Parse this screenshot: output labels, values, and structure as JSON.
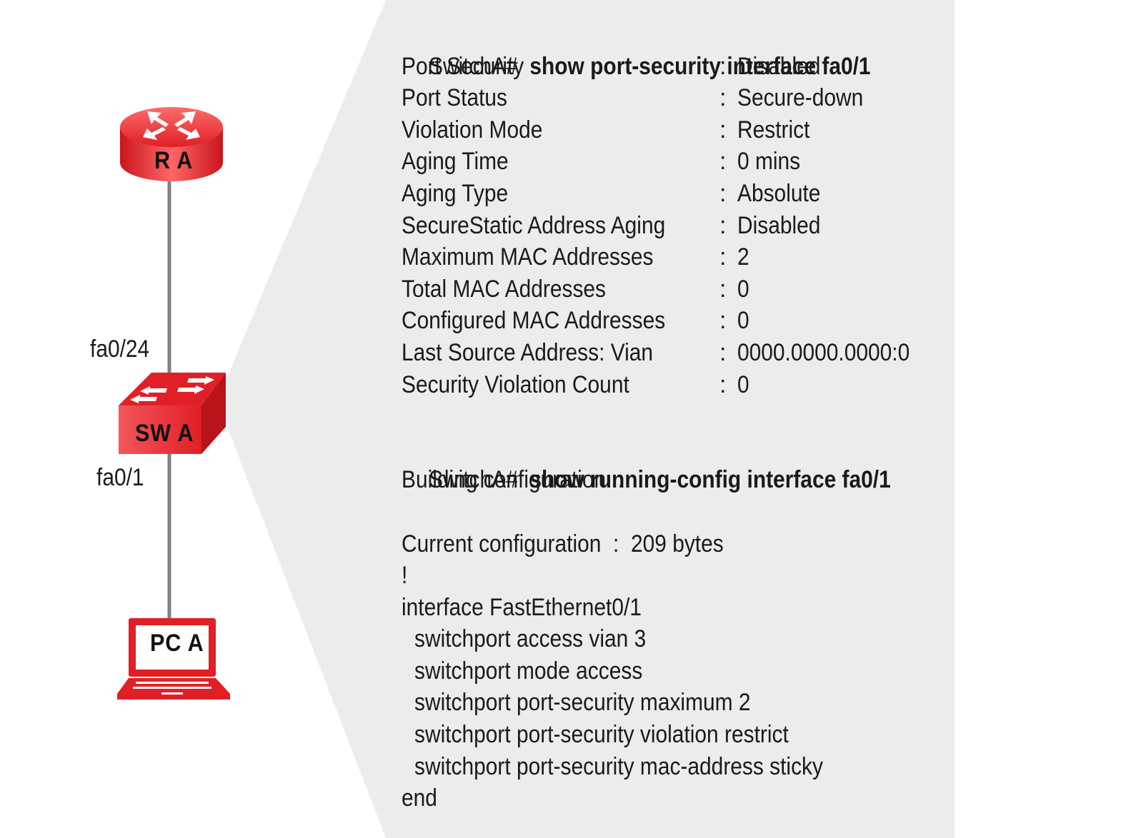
{
  "devices": {
    "router": {
      "label": "R A",
      "color": "#e01f26"
    },
    "switch": {
      "label": "SW A",
      "color": "#e01f26"
    },
    "pc": {
      "label": "PC A",
      "color": "#e01f26"
    }
  },
  "ports": {
    "switch_uplink": "fa0/24",
    "switch_access": "fa0/1"
  },
  "colors": {
    "panel_bg": "#ececec",
    "link": "#808080",
    "accent_red": "#e01f26"
  },
  "cli": {
    "block1": {
      "prompt": "SwitchA#",
      "command": "show port-security interface fa0/1",
      "rows": [
        {
          "key": "Port Security",
          "value": "Disabled"
        },
        {
          "key": "Port Status",
          "value": "Secure-down"
        },
        {
          "key": "Violation Mode",
          "value": "Restrict"
        },
        {
          "key": "Aging Time",
          "value": "0 mins"
        },
        {
          "key": "Aging Type",
          "value": "Absolute"
        },
        {
          "key": "SecureStatic Address Aging",
          "value": "Disabled"
        },
        {
          "key": "Maximum MAC Addresses",
          "value": "2"
        },
        {
          "key": "Total MAC Addresses",
          "value": "0"
        },
        {
          "key": "Configured MAC Addresses",
          "value": "0"
        },
        {
          "key": "Last Source Address: Vian",
          "value": "0000.0000.0000:0"
        },
        {
          "key": "Security Violation Count",
          "value": "0"
        }
      ]
    },
    "block2": {
      "prompt": "SwitchA#",
      "command": "show running-config interface fa0/1",
      "building": "Building configuration...",
      "current_config": "Current configuration  :  209 bytes",
      "bang": "!",
      "interface_line": "interface FastEthernet0/1",
      "config_lines": [
        "switchport access vian 3",
        "switchport mode access",
        "switchport port-security maximum 2",
        "switchport port-security violation restrict",
        "switchport port-security mac-address sticky"
      ],
      "end": "end"
    }
  }
}
